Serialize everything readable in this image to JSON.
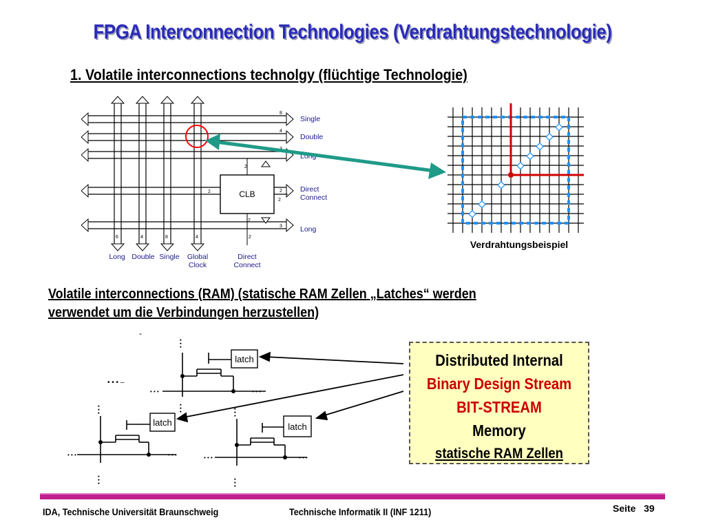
{
  "slide": {
    "title": "FPGA Interconnection Technologies (Verdrahtungstechnologie)",
    "subtitle": "1. Volatile interconnections technolgy (flüchtige Technologie)",
    "paragraph_line1": "Volatile interconnections (RAM) (statische RAM Zellen „Latches“ werden",
    "paragraph_line2": "verwendet um die Verbindungen herzustellen)",
    "dash": "-"
  },
  "clb_diagram": {
    "clb_label": "CLB",
    "right_labels": [
      "Single",
      "Double",
      "Long",
      "Direct",
      "Connect",
      "Long"
    ],
    "right_counts": [
      "8",
      "4",
      "3",
      "2",
      "3"
    ],
    "bottom_labels": [
      "Long",
      "Double",
      "Single",
      "Global",
      "Clock",
      "Direct",
      "Connect"
    ],
    "bottom_counts": [
      "6",
      "4",
      "8",
      "4",
      "2"
    ],
    "side_counts": [
      "2",
      "2",
      "2",
      "2"
    ]
  },
  "wiring_example": {
    "label": "Verdrahtungsbeispiel"
  },
  "latch_diagram": {
    "latch_label": "latch",
    "dots": "• • •",
    "dots_dash": "• • • –"
  },
  "callout": {
    "line1": "Distributed Internal",
    "line2": "Binary Design Stream",
    "line3": "BIT-STREAM",
    "line4": "Memory",
    "line5": "statische RAM Zellen"
  },
  "footer": {
    "left": "IDA, Technische Universität Braunschweig",
    "center": "Technische Informatik II (INF 1211)",
    "page_label": "Seite",
    "page_number": "39"
  },
  "colors": {
    "title": "#2a2ab8",
    "accent_red": "#cc0000",
    "arrow_teal": "#1f9a88",
    "footer_magenta": "#c0208e",
    "grid_blue": "#1e90ff"
  }
}
